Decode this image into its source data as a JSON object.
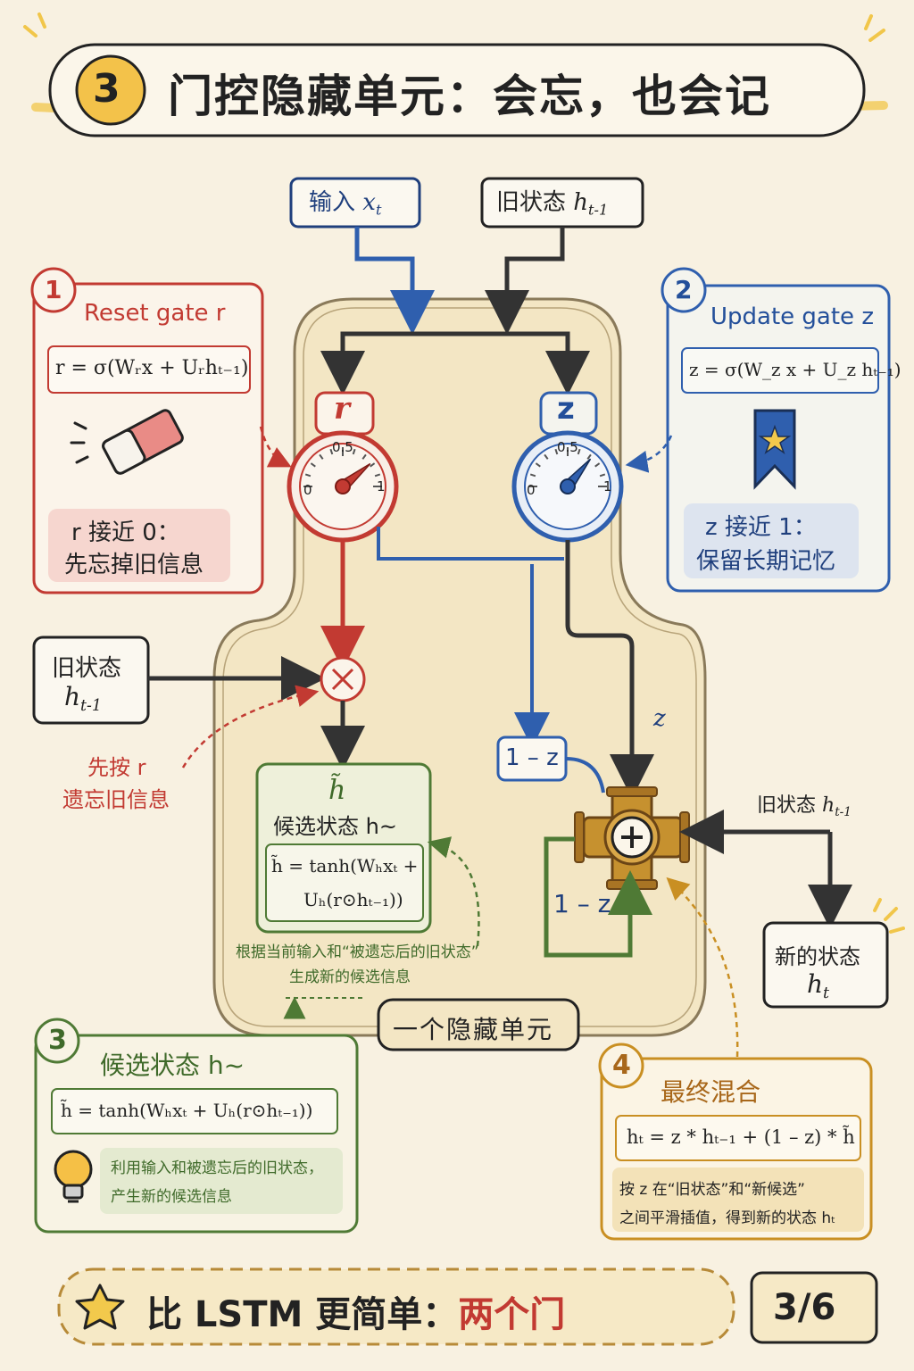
{
  "title": {
    "number": "3",
    "text": "门控隐藏单元：会忘，也会记"
  },
  "inputs": {
    "x_label": "输入",
    "x_sym": "x",
    "x_sub": "t",
    "h_label": "旧状态",
    "h_sym": "h",
    "h_sub": "t-1"
  },
  "reset_panel": {
    "number": "1",
    "title": "Reset gate r",
    "formula": "r = σ(Wᵣx + Uᵣhₜ₋₁)",
    "note_line1": "r 接近 0：",
    "note_line2": "先忘掉旧信息",
    "icon": "eraser-icon"
  },
  "update_panel": {
    "number": "2",
    "title": "Update gate z",
    "formula": "z = σ(W_z x + U_z hₜ₋₁)",
    "note_line1": "z 接近 1：",
    "note_line2": "保留长期记忆",
    "icon": "bookmark-star-icon"
  },
  "gauges": {
    "r": {
      "label": "r",
      "mid": "0.5",
      "min": "0",
      "max": "1",
      "level": 0.78
    },
    "z": {
      "label": "z",
      "mid": "0.5",
      "min": "0",
      "max": "1",
      "level": 0.72
    }
  },
  "left_old_state": {
    "line1": "旧状态",
    "sym": "h",
    "sub": "t-1"
  },
  "multiply_note": {
    "line1": "先按 r",
    "line2": "遗忘旧信息"
  },
  "candidate_box": {
    "sym": "h̃",
    "label": "候选状态 h~",
    "formula_line1": "h̃ = tanh(Wₕxₜ +",
    "formula_line2": "Uₕ(r⊙hₜ₋₁))"
  },
  "candidate_note": {
    "line1": "根据当前输入和“被遗忘后的旧状态”",
    "line2": "生成新的候选信息"
  },
  "one_minus_z": "1 – z",
  "z_label": "z",
  "loop_label": "1 – z",
  "right_old_state": {
    "label": "旧状态",
    "sym": "h",
    "sub": "t-1"
  },
  "new_state": {
    "line1": "新的状态",
    "sym": "h",
    "sub": "t"
  },
  "unit_label": "一个隐藏单元",
  "candidate_panel": {
    "number": "3",
    "title": "候选状态 h~",
    "formula": "h̃ = tanh(Wₕxₜ + Uₕ(r⊙hₜ₋₁))",
    "note_line1": "利用输入和被遗忘后的旧状态，",
    "note_line2": "产生新的候选信息",
    "icon": "lightbulb-icon"
  },
  "mix_panel": {
    "number": "4",
    "title": "最终混合",
    "formula": "hₜ = z * hₜ₋₁ + (1 – z) * h̃",
    "note_line1": "按 z 在“旧状态”和“新候选”",
    "note_line2": "之间平滑插值，得到新的状态 hₜ"
  },
  "footer": {
    "prefix": "比 LSTM 更简单：",
    "highlight": "两个门",
    "page": "3/6"
  },
  "colors": {
    "red": "#c23a32",
    "blue": "#234f9a",
    "green": "#4f7a35",
    "gold": "#c98f22",
    "background": "#f8f1e1"
  }
}
